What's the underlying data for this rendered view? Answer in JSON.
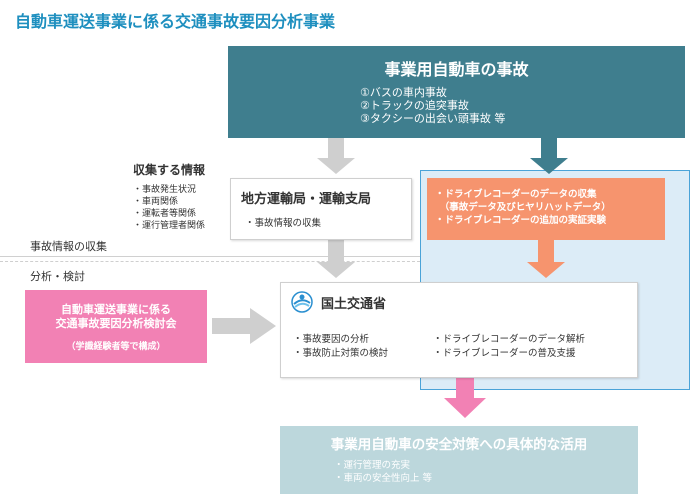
{
  "title": "自動車運送事業に係る交通事故要因分析事業",
  "top_box": {
    "title": "事業用自動車の事故",
    "items": [
      "①バスの車内事故",
      "②トラックの追突事故",
      "③タクシーの出会い頭事故 等"
    ]
  },
  "collect": {
    "title": "収集する情報",
    "items": [
      "・事故発生状況",
      "・車両関係",
      "・運転者等関係",
      "・運行管理者関係"
    ]
  },
  "sections": {
    "collection": "事故情報の収集",
    "analysis": "分析・検討"
  },
  "local_box": {
    "title": "地方運輸局・運輸支局",
    "item": "・事故情報の収集"
  },
  "orange_box": {
    "items": [
      "・ドライブレコーダーのデータの収集",
      "　（事故データ及びヒヤリハットデータ）",
      "・ドライブレコーダーの追加の実証実験"
    ]
  },
  "pink_box": {
    "title_lines": [
      "自動車運送事業に係る",
      "交通事故要因分析検討会"
    ],
    "sub": "（学識経験者等で構成）"
  },
  "mlit_box": {
    "name": "国土交通省",
    "left_items": [
      "・事故要因の分析",
      "・事故防止対策の検討"
    ],
    "right_items": [
      "・ドライブレコーダーのデータ解析",
      "・ドライブレコーダーの普及支援"
    ]
  },
  "bottom_box": {
    "title": "事業用自動車の安全対策への具体的な活用",
    "items": [
      "・運行管理の充実",
      "・車両の安全性向上 等"
    ]
  },
  "colors": {
    "title": "#1e8fbf",
    "top_box": "#3f7e8e",
    "orange": "#f6946e",
    "pink": "#f281b4",
    "blue_region": "#dcecf7",
    "bottom_box": "#bcd7dc",
    "gray_arrow": "#cfcfcf"
  }
}
